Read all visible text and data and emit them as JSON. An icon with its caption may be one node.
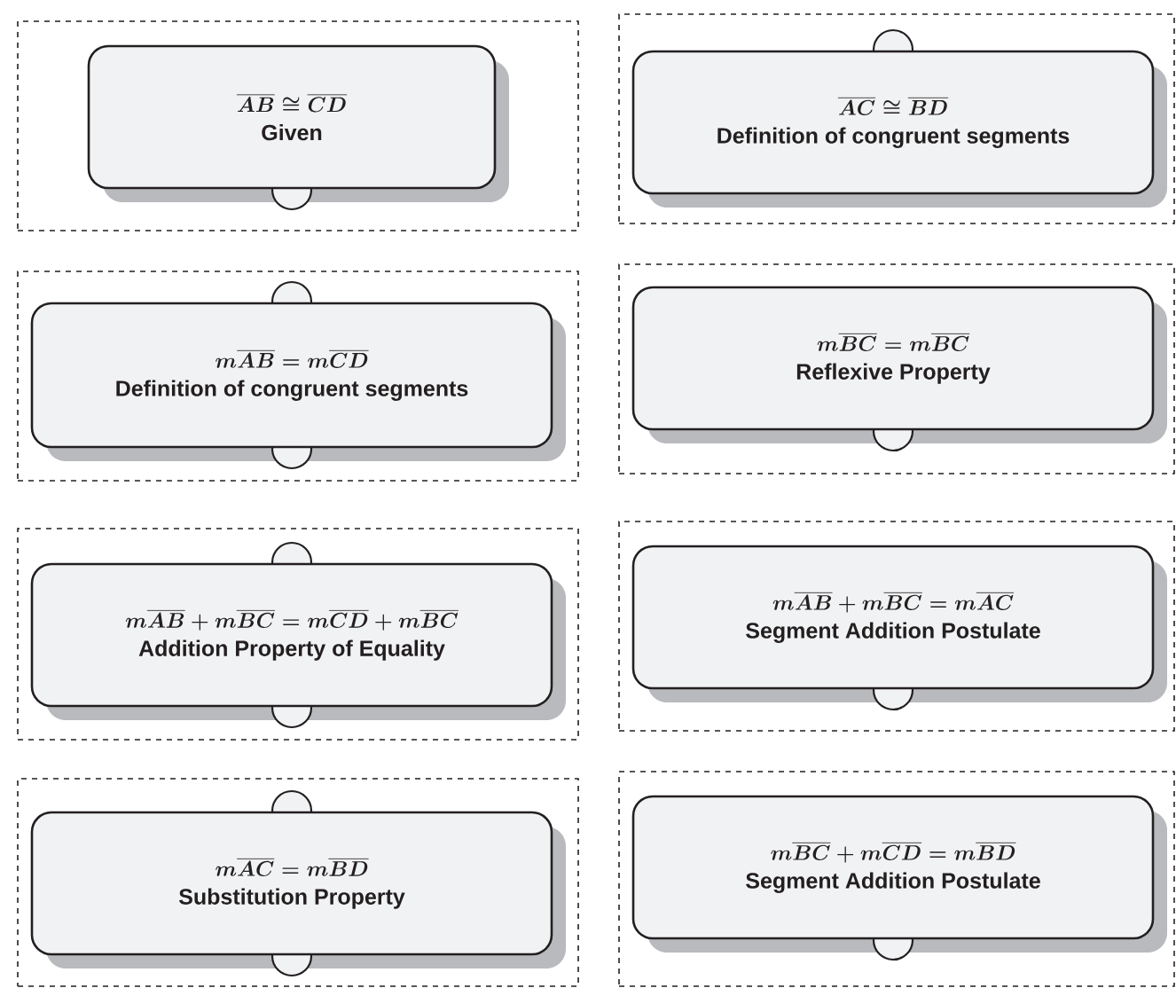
{
  "diagram": {
    "nodes": [
      {
        "text": [],
        "shape": "box"
      },
      {
        "text": [
          "\\overline{AB} \\cong \\overline{CD}",
          "Given"
        ],
        "in": 0
      },
      {
        "text": [],
        "shape": "box"
      },
      {
        "text": [
          "\\overline{AC} \\cong \\overline{BD}",
          "Definition of congruent segments"
        ],
        "in": 2
      },
      {
        "text": [],
        "shape": "box"
      },
      {
        "text": [
          "m\\overline{AB} = m\\overline{CD}",
          "Definition of congruent segments"
        ],
        "in": 4
      },
      {
        "text": [],
        "shape": "box"
      },
      {
        "text": [
          "m\\overline{BC} = m\\overline{BC}",
          "Reflexive Property"
        ],
        "in": 6
      },
      {
        "text": [],
        "shape": "box"
      },
      {
        "text": [
          "m\\overline{AB} + m\\overline{BC} = m\\overline{CD} + m\\overline{BC}",
          "Addition Property of Equality"
        ],
        "in": 8
      },
      {
        "text": [],
        "shape": "box"
      },
      {
        "text": [
          "m\\overline{AB} + m\\overline{BC} = m\\overline{AC}",
          "Segment Addition Postulate"
        ],
        "in": 10
      },
      {
        "text": [],
        "shape": "box"
      },
      {
        "text": [
          "m\\overline{AC} = m\\overline{BD}",
          "Substitution Property"
        ],
        "in": 12
      },
      {
        "text": [],
        "shape": "box"
      },
      {
        "text": [
          "m\\overline{BC} + m\\overline{CD} = m\\overline{BD}",
          "Segment Addition Postulate"
        ],
        "in": 14
      }
    ]
  }
}
